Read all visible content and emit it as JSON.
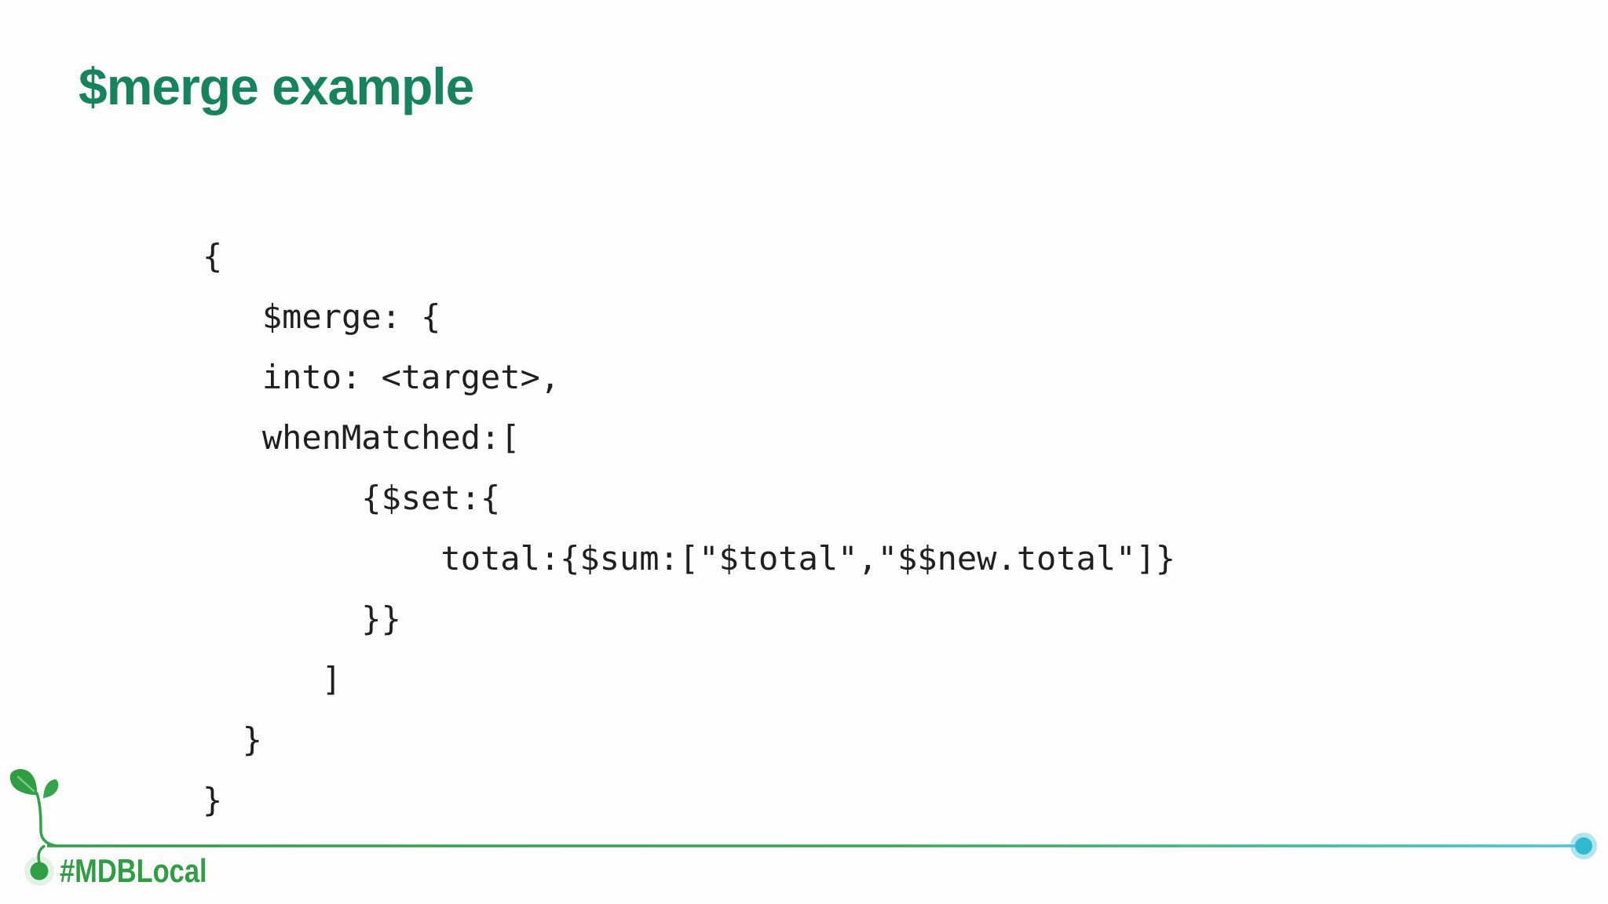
{
  "slide": {
    "title": "$merge example",
    "code_lines": [
      "{",
      "   $merge: {",
      "   into: <target>,",
      "   whenMatched:[",
      "        {$set:{",
      "            total:{$sum:[\"$total\",\"$$new.total\"]}",
      "        }}",
      "      ]",
      "  }",
      "}"
    ]
  },
  "footer": {
    "hashtag": "#MDBLocal",
    "icons": {
      "sprout": "sprout-icon",
      "start_dot": "timeline-start-dot-icon",
      "end_dot": "timeline-end-dot-icon",
      "line": "timeline-line"
    }
  },
  "colors": {
    "title_green": "#17835C",
    "code_text": "#1F1F1F",
    "footer_green": "#2F9E43",
    "line_green": "#33A14B",
    "line_teal": "#52C5D8",
    "background": "#FDFDFD"
  }
}
